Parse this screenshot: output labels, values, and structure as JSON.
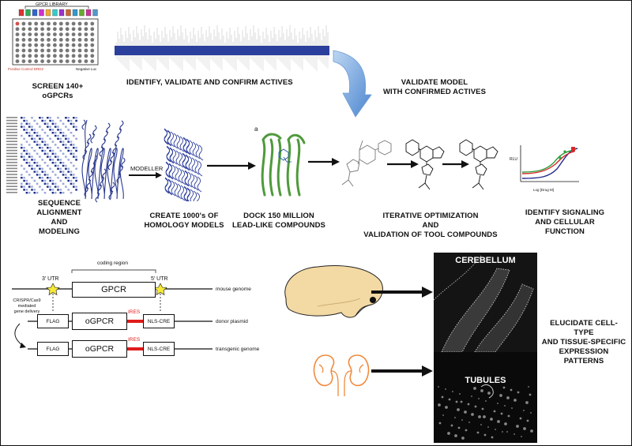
{
  "library": {
    "header": "GPCR LIBRARY",
    "pos_label": "Positive Control DRD2",
    "neg_label": "Negative Luc"
  },
  "steps": {
    "screen": "SCREEN 140+\noGPCRs",
    "identify": "IDENTIFY, VALIDATE AND CONFIRM ACTIVES",
    "validate_model": "VALIDATE MODEL\nWITH CONFIRMED ACTIVES",
    "sequence": "SEQUENCE\nALIGNMENT\nAND\nMODELING",
    "homology": "CREATE 1000's OF\nHOMOLOGY MODELS",
    "dock": "DOCK 150 MILLION\nLEAD-LIKE COMPOUNDS",
    "optimize": "ITERATIVE OPTIMIZATION\nAND\nVALIDATION OF TOOL COMPOUNDS",
    "signaling": "IDENTIFY SIGNALING\nAND CELLULAR\nFUNCTION",
    "elucidate": "ELUCIDATE CELL-TYPE\nAND TISSUE-SPECIFIC\nEXPRESSION\nPATTERNS"
  },
  "modeller_label": "MODELLER",
  "dock_panel_letter": "a",
  "curve_plot": {
    "ylabel": "RLU",
    "xlabel": "Log [Drug M]"
  },
  "construct": {
    "coding_region": "coding region",
    "utr3": "3' UTR",
    "utr5": "5' UTR",
    "gpcr": "GPCR",
    "mouse_genome": "mouse genome",
    "crispr": "CRISPR/Cas9\nmediated\ngene delivery",
    "flag": "FLAG",
    "ogpcr": "oGPCR",
    "ires": "IRES",
    "nls_cre": "NLS-CRE",
    "donor_plasmid": "donor plasmid",
    "transgenic_genome": "transgenic genome"
  },
  "micro": {
    "cerebellum": "CEREBELLUM",
    "tubules": "TUBULES"
  },
  "colors": {
    "ires_red": "#e01b1b",
    "brain_fill": "#f3d9a3",
    "kidney_orange": "#f08a3c",
    "protein_green": "#4f9a3c",
    "model_blue": "#2b3a8f",
    "arrow_blue": "#5b8fd6"
  }
}
